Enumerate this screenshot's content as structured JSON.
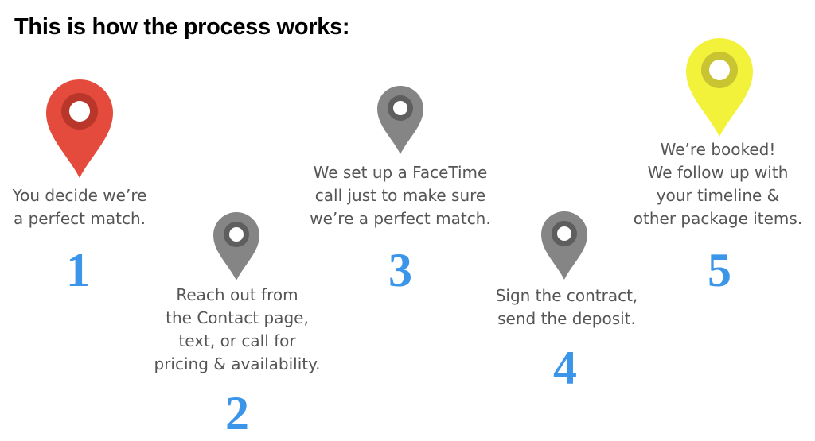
{
  "title": "This is how the process works:",
  "colors": {
    "accent_number": "#3b95e8",
    "text": "#555555",
    "pin_red": "#e54b3c",
    "pin_red_ring": "#b8362a",
    "pin_gray": "#858585",
    "pin_gray_ring": "#5e5e5e",
    "pin_yellow": "#f2f23a",
    "pin_yellow_ring": "#c8c432"
  },
  "steps": [
    {
      "number": "1",
      "text": "You decide we’re\na perfect match.",
      "pin_icon": "map-pin-red-icon"
    },
    {
      "number": "2",
      "text": "Reach out from\nthe Contact page,\ntext, or call for\npricing & availability.",
      "pin_icon": "map-pin-gray-icon"
    },
    {
      "number": "3",
      "text": "We set up a FaceTime\ncall just to make sure\nwe’re a perfect match.",
      "pin_icon": "map-pin-gray-icon"
    },
    {
      "number": "4",
      "text": "Sign the contract,\nsend the deposit.",
      "pin_icon": "map-pin-gray-icon"
    },
    {
      "number": "5",
      "text": "We’re booked!\nWe follow up with\nyour timeline &\nother package items.",
      "pin_icon": "map-pin-yellow-icon"
    }
  ]
}
